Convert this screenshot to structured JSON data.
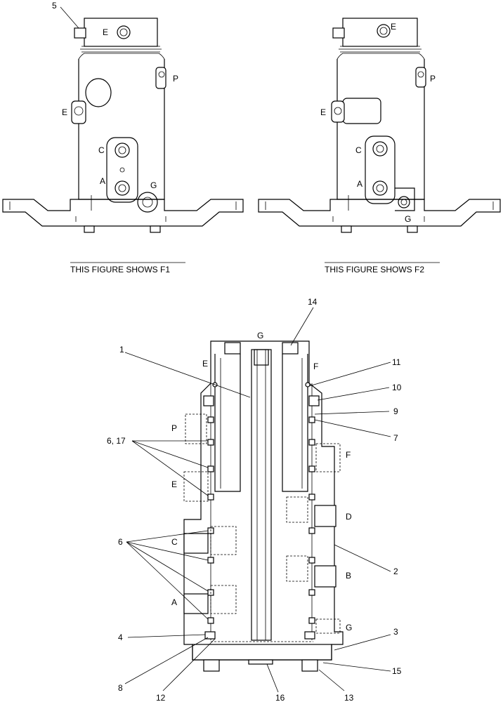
{
  "figure1": {
    "caption": "THIS FIGURE SHOWS  F1",
    "ports": {
      "e_top": "E",
      "p": "P",
      "e_side": "E",
      "c": "C",
      "a": "A",
      "g": "G"
    },
    "callout": "5"
  },
  "figure2": {
    "caption": "THIS FIGURE SHOWS  F2",
    "ports": {
      "e_top": "E",
      "p": "P",
      "e_side": "E",
      "c": "C",
      "a": "A",
      "g": "G"
    }
  },
  "section": {
    "ports": {
      "g": "G",
      "e": "E",
      "f": "F",
      "p": "P",
      "e2": "E",
      "d": "D",
      "c": "C",
      "b": "B",
      "a": "A",
      "g2": "G"
    },
    "callouts": {
      "c1": "1",
      "c2": "2",
      "c3": "3",
      "c4": "4",
      "c6_17": "6, 17",
      "c6": "6",
      "c7": "7",
      "c8": "8",
      "c9": "9",
      "c10": "10",
      "c11": "11",
      "c12": "12",
      "c13": "13",
      "c14": "14",
      "c15": "15",
      "c16": "16"
    }
  }
}
